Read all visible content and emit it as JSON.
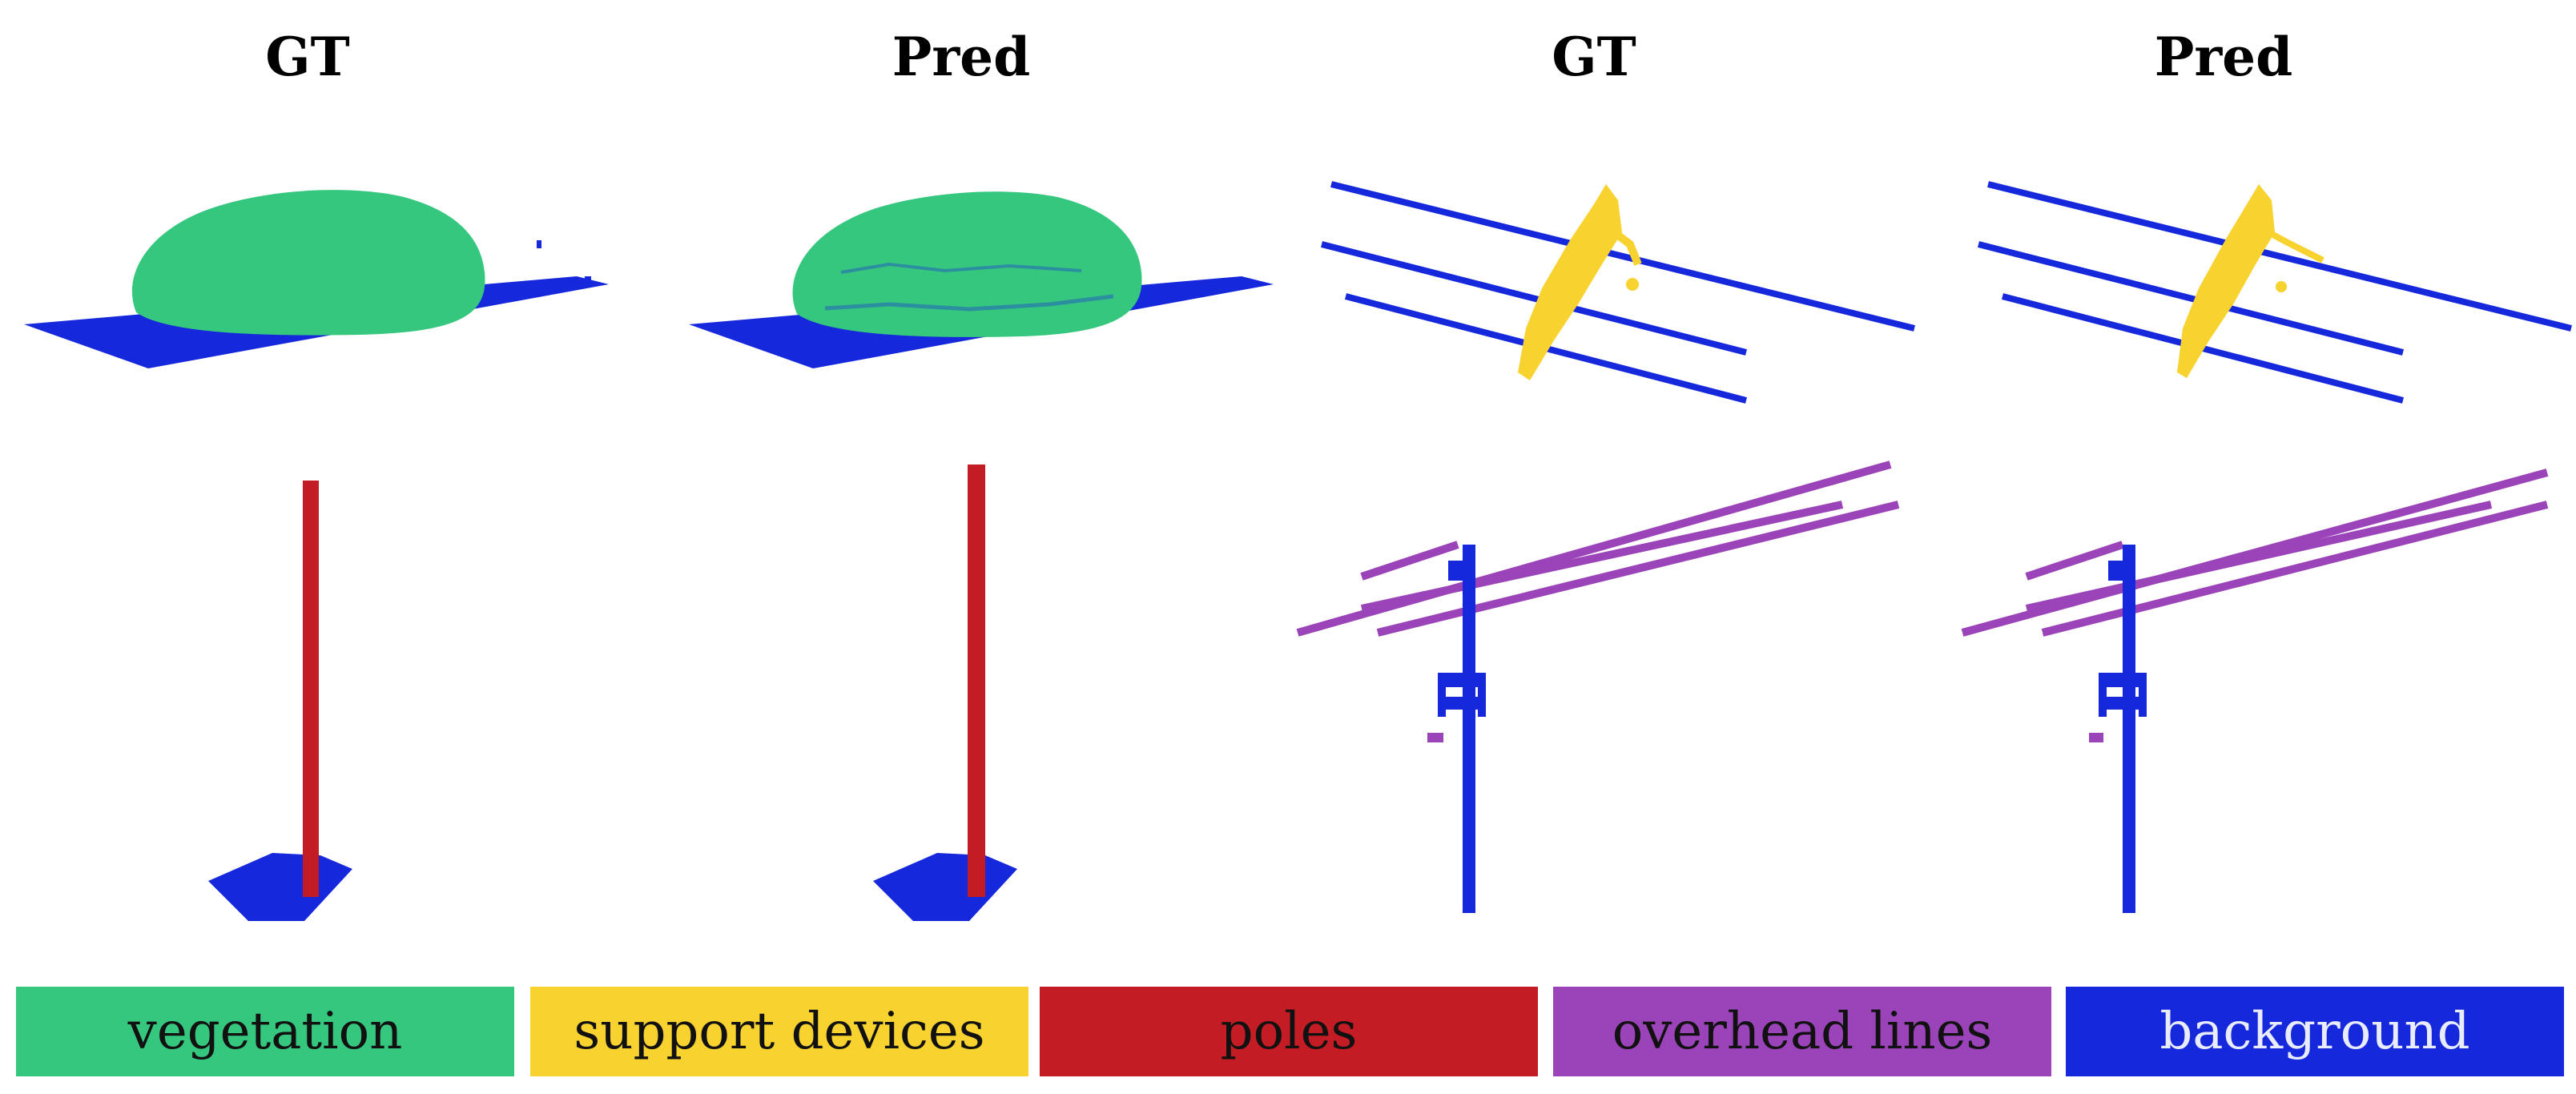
{
  "headers": {
    "col1": "GT",
    "col2": "Pred",
    "col3": "GT",
    "col4": "Pred"
  },
  "legend": [
    {
      "label": "vegetation",
      "color": "#36c77f"
    },
    {
      "label": "support devices",
      "color": "#f8d22e"
    },
    {
      "label": "poles",
      "color": "#c41c24"
    },
    {
      "label": "overhead lines",
      "color": "#9b44b9"
    },
    {
      "label": "background",
      "color": "#1628dc"
    }
  ],
  "colors": {
    "vegetation": "#36c77f",
    "support_devices": "#f8d22e",
    "poles": "#c41c24",
    "overhead_lines": "#9b44b9",
    "background": "#1628dc"
  }
}
